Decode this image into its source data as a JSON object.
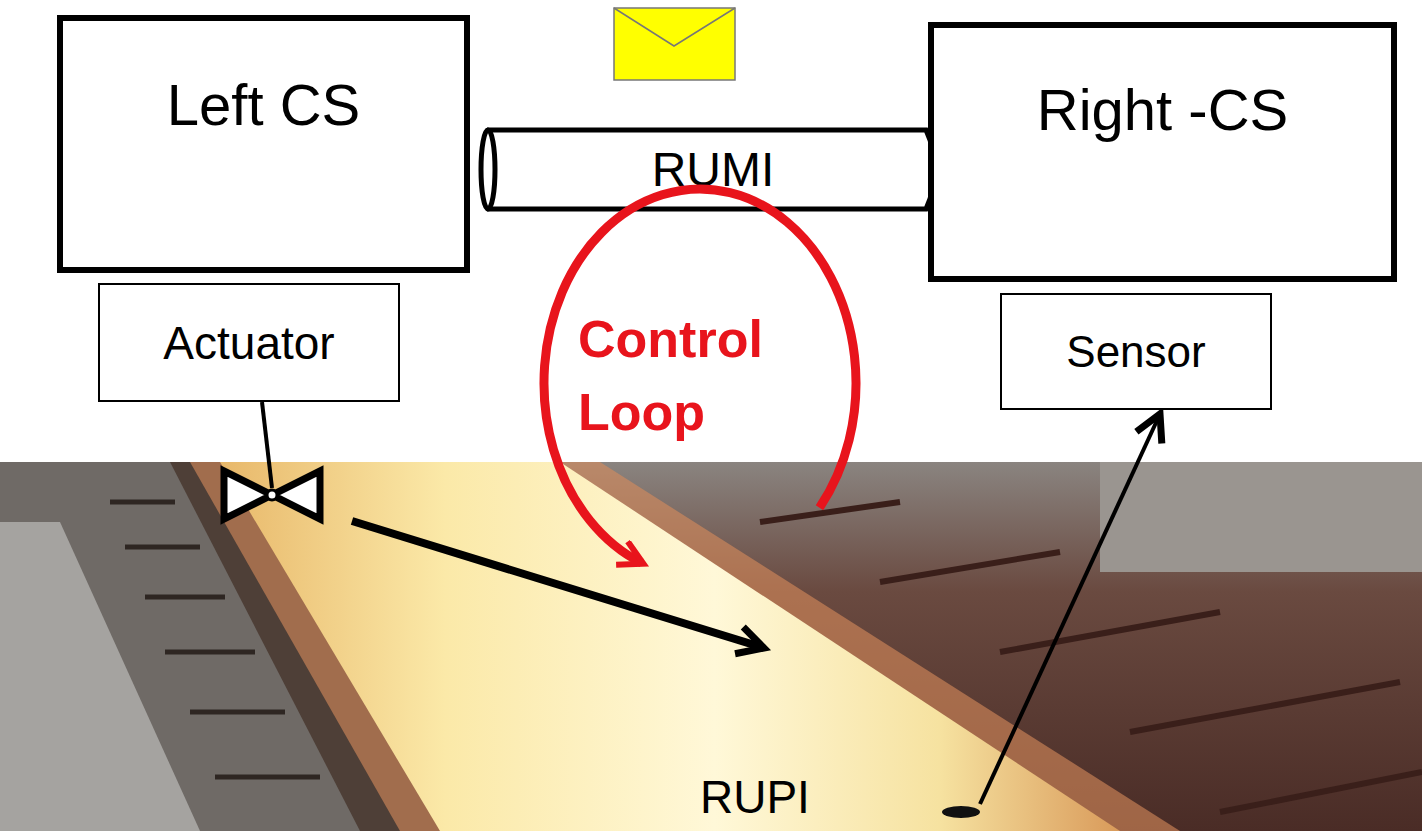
{
  "diagram": {
    "nodes": [
      {
        "text": [
          "Left CS"
        ]
      },
      {
        "text": [
          "RUMI"
        ]
      },
      {
        "text": [
          "Right -CS"
        ]
      },
      {
        "text": [
          "Actuator"
        ]
      },
      {
        "text": [
          "Control Loop"
        ]
      },
      {
        "text": [
          "Sensor"
        ]
      }
    ],
    "labels": [
      "RUPI"
    ]
  }
}
